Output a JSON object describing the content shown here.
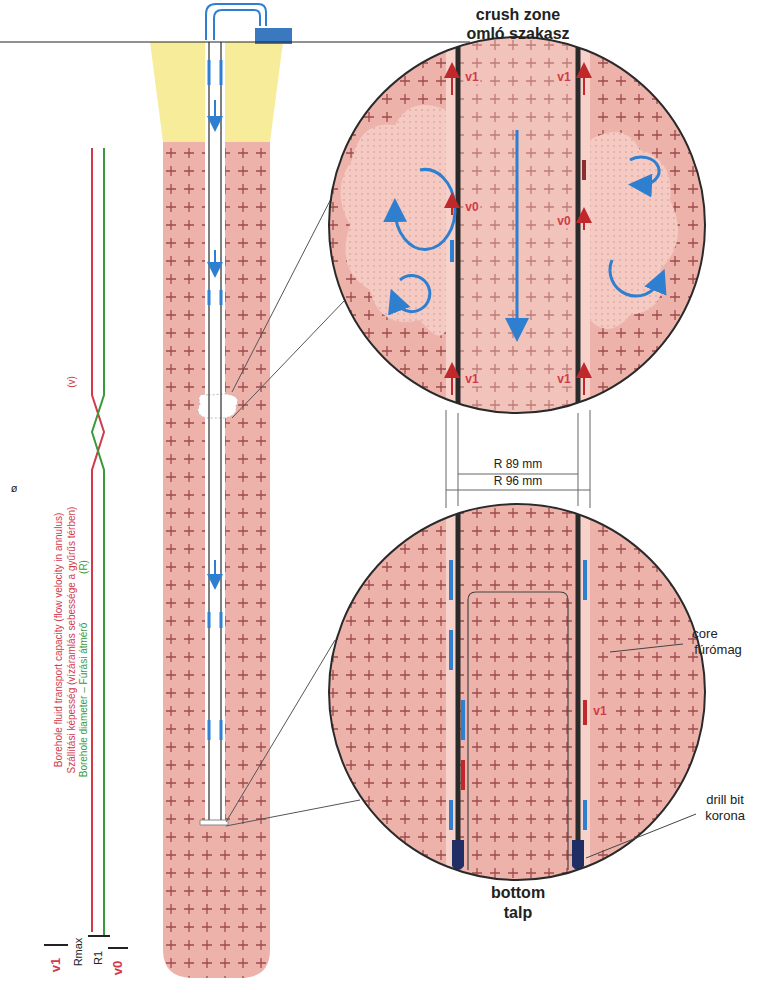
{
  "diagram": {
    "labels": [
      "crush zone",
      "omló szakasz",
      "R 89 mm",
      "R 96 mm",
      "core",
      "fúrómag",
      "drill bit",
      "korona",
      "bottom",
      "talp",
      "Borehole fluid transport capacity (flow velocity in annulus)",
      "Szállítási képesség (vízáramlás sebessége a gyűrűs térben)",
      "(v)",
      "Borehole diameter – Fúrási átmérő",
      "(R)",
      "v1",
      "Rmax",
      "R1",
      "v0",
      "ø",
      "v1",
      "v1",
      "v0",
      "v0",
      "v1",
      "v1",
      "v1"
    ]
  }
}
